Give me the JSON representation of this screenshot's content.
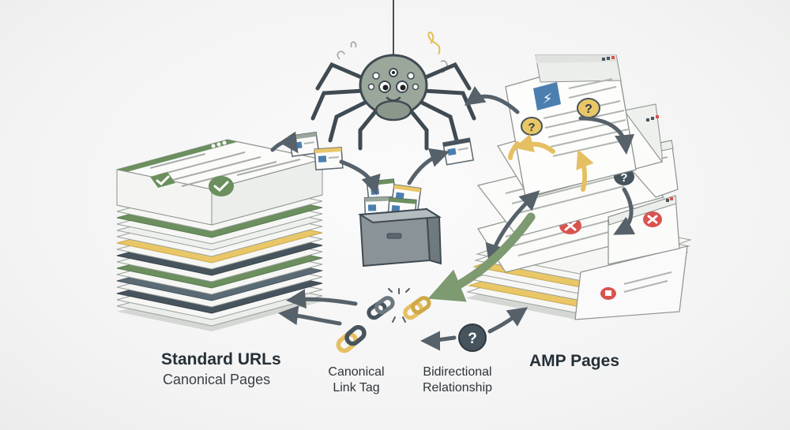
{
  "labels": {
    "standard_title": "Standard URLs",
    "standard_sub": "Canonical Pages",
    "canonical_line1": "Canonical",
    "canonical_line2": "Link Tag",
    "bidi_line1": "Bidirectional",
    "bidi_line2": "Relationship",
    "amp_title": "AMP Pages"
  },
  "badges": {
    "question": "?",
    "amp_bolt": "⚡"
  },
  "colors": {
    "green": "#6b8f5e",
    "yellow": "#e9c767",
    "slate": "#47545e",
    "red": "#d9534f",
    "spider": "#9aa79a"
  }
}
